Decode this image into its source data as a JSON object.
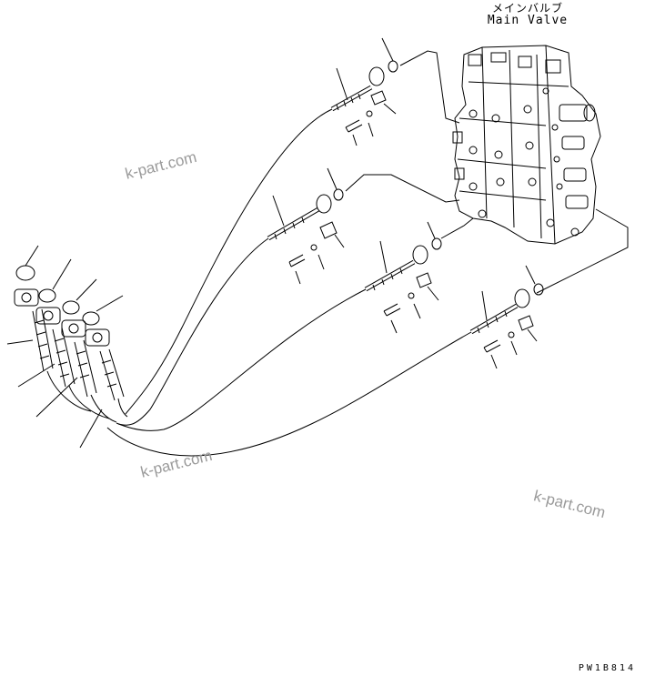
{
  "main_valve": {
    "label_jp": "メインバルブ",
    "label_en": "Main Valve"
  },
  "watermarks": [
    "k-part.com",
    "k-part.com",
    "k-part.com"
  ],
  "drawing_code": "PW1B814"
}
